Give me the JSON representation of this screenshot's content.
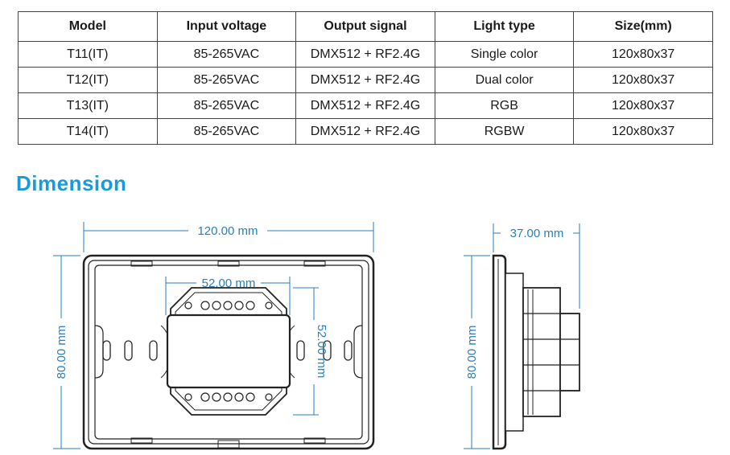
{
  "table": {
    "headers": [
      "Model",
      "Input voltage",
      "Output signal",
      "Light type",
      "Size(mm)"
    ],
    "rows": [
      [
        "T11(IT)",
        "85-265VAC",
        "DMX512 + RF2.4G",
        "Single color",
        "120x80x37"
      ],
      [
        "T12(IT)",
        "85-265VAC",
        "DMX512 + RF2.4G",
        "Dual color",
        "120x80x37"
      ],
      [
        "T13(IT)",
        "85-265VAC",
        "DMX512 + RF2.4G",
        "RGB",
        "120x80x37"
      ],
      [
        "T14(IT)",
        "85-265VAC",
        "DMX512 + RF2.4G",
        "RGBW",
        "120x80x37"
      ]
    ]
  },
  "section_title": "Dimension",
  "front_view": {
    "width_label": "120.00 mm",
    "height_label": "80.00 mm",
    "inner_width_label": "52.00 mm",
    "inner_height_label": "52.00 mm"
  },
  "side_view": {
    "depth_label": "37.00 mm",
    "height_label": "80.00 mm"
  },
  "colors": {
    "title": "#1a9ad8",
    "dimension_line": "#2a7fb8",
    "outline": "#222222"
  }
}
